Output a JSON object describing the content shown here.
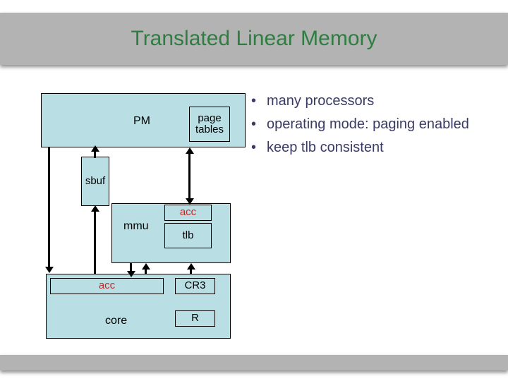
{
  "slide": {
    "title": "Translated Linear Memory",
    "title_color": "#2e7d41",
    "bar_color": "#b3b3b3",
    "background": "#ffffff"
  },
  "diagram": {
    "box_fill": "#b9dfe4",
    "box_border": "#000000",
    "accent_color": "#c62828",
    "boxes": [
      {
        "name": "pm",
        "label": "PM"
      },
      {
        "name": "page-tables",
        "label": "page\ntables"
      },
      {
        "name": "sbuf",
        "label": "sbuf"
      },
      {
        "name": "mmu",
        "label": "mmu"
      },
      {
        "name": "mmu-acc",
        "label": "acc"
      },
      {
        "name": "tlb",
        "label": "tlb"
      },
      {
        "name": "core",
        "label": "core"
      },
      {
        "name": "core-acc",
        "label": "acc"
      },
      {
        "name": "cr3",
        "label": "CR3"
      },
      {
        "name": "r",
        "label": "R"
      }
    ],
    "labels": {
      "pm": "PM",
      "page_tables_line1": "page",
      "page_tables_line2": "tables",
      "sbuf": "sbuf",
      "mmu": "mmu",
      "mmu_acc": "acc",
      "tlb": "tlb",
      "core": "core",
      "core_acc": "acc",
      "cr3": "CR3",
      "r": "R"
    }
  },
  "bullets": {
    "color": "#3a3a66",
    "marker": "•",
    "items": [
      {
        "text": "many processors"
      },
      {
        "text": "operating mode: paging enabled"
      },
      {
        "text": "keep tlb consistent"
      }
    ],
    "item0": "many processors",
    "item1": "operating mode: paging enabled",
    "item2": "keep tlb consistent"
  }
}
